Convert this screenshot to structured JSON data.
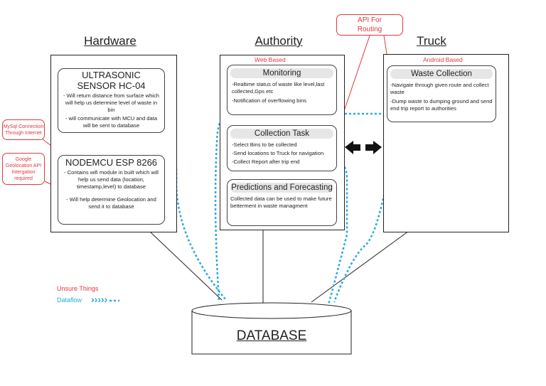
{
  "hardware": {
    "title": "Hardware",
    "sensor": {
      "title": "ULTRASONIC SENSOR HC-04",
      "lines": [
        "- Will return distance from surface which will help us determine level of waste in bin",
        "- will communicate with MCU and data will be sent to database"
      ]
    },
    "mcu": {
      "title": "NODEMCU ESP 8266",
      "lines": [
        "- Contains wifi module in built which will help us send data (location, timestamp,level)  to database",
        "- Will help determine Geolocation and send it to database"
      ]
    }
  },
  "authority": {
    "title": "Authority",
    "platform": "Web Based",
    "monitoring": {
      "title": "Monitoring",
      "lines": [
        "-Realtime status of waste like level,last collected,Gps etc",
        "-Notification of overflowing bins"
      ]
    },
    "collection": {
      "title": "Collection Task",
      "lines": [
        "-Select Bins to be collected",
        "-Send locations to Truck for navigation",
        "-Collect Report after trip end"
      ]
    },
    "predictions": {
      "title": "Predictions and Forecasting",
      "lines": [
        "Collected data can be used to make future betterment in waste managment"
      ]
    }
  },
  "truck": {
    "title": "Truck",
    "platform": "Android Based",
    "waste": {
      "title": "Waste Collection",
      "lines": [
        "-Navigate through given route and collect waste",
        "-Dump waste to dumping ground and send end trip report to authorities"
      ]
    }
  },
  "notes": {
    "mysql": "MySql Connection Through Internet",
    "google": "Google Geolocation API Intergation required",
    "api": "API For Routing"
  },
  "database": "DATABASE",
  "legend": {
    "unsure": "Unsure Things",
    "dataflow": "Dataflow",
    "dataflow_symbol": "›››››"
  },
  "colors": {
    "unsure": "#e2383f",
    "dataflow": "#29a9e0"
  }
}
